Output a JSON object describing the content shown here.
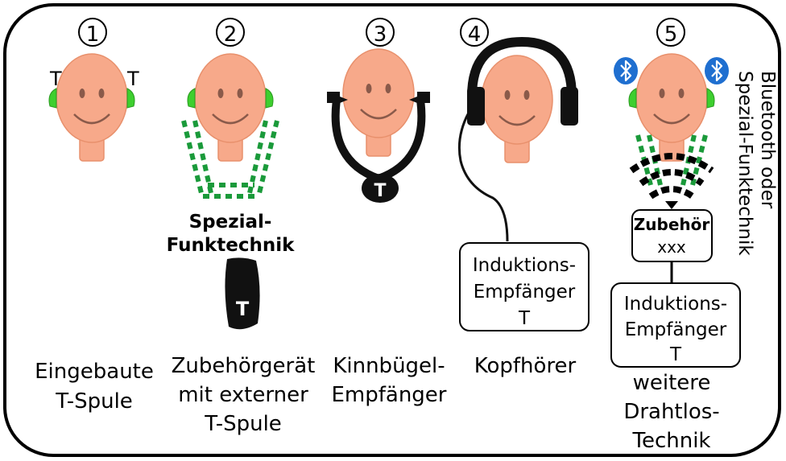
{
  "numbers": [
    "①",
    "②",
    "③",
    "④",
    "⑤"
  ],
  "t_letter": "T",
  "items": [
    {
      "caption_lines": [
        "Eingebaute",
        "T-Spule"
      ]
    },
    {
      "caption_lines": [
        "Zubehörgerät",
        "mit externer",
        "T-Spule"
      ],
      "label_lines": [
        "Spezial-",
        "Funktechnik"
      ],
      "device_letter": "T"
    },
    {
      "caption_lines": [
        "Kinnbügel-",
        "Empfänger"
      ],
      "device_letter": "T"
    },
    {
      "caption_lines": [
        "Kopfhörer"
      ],
      "box_lines": [
        "Induktions-",
        "Empfänger",
        "T"
      ]
    },
    {
      "caption_lines": [
        "weitere",
        "Drahtlos-",
        "Technik"
      ],
      "accessory_lines": [
        "Zubehör",
        "xxx"
      ],
      "box_lines": [
        "Induktions-",
        "Empfänger",
        "T"
      ]
    }
  ],
  "side_label_lines": [
    "Bluetooth oder",
    "Spezial-Funktechnik"
  ],
  "colors": {
    "skin": "#f7a98a",
    "skin_edge": "#e8906c",
    "hearing_aid": "#3ecf2f",
    "dotted_waves": "#1a9a3a",
    "bluetooth": "#1f6fd0",
    "outline": "#000000"
  },
  "icons": [
    "bluetooth-icon"
  ]
}
